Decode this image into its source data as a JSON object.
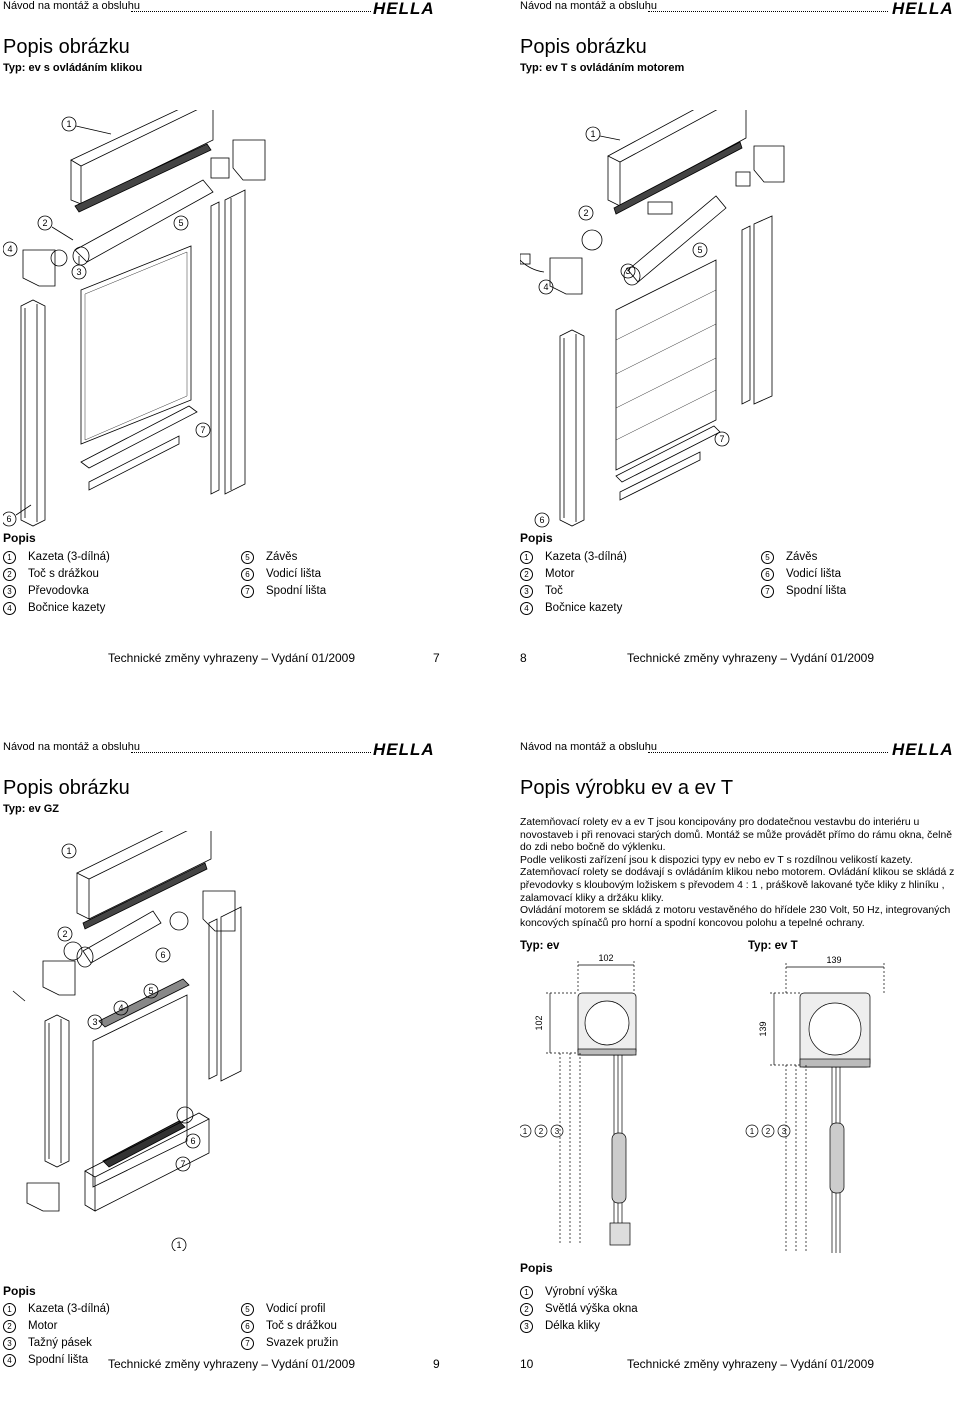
{
  "header": {
    "title": "Návod na montáž a obsluhu",
    "logo": "HELLA"
  },
  "pages": {
    "p7": {
      "title": "Popis obrázku",
      "subtitle": "Typ: ev s ovládáním klikou",
      "callouts": [
        "1",
        "2",
        "3",
        "4",
        "5",
        "6",
        "7"
      ],
      "legend_heading": "Popis",
      "legend_left": [
        {
          "n": "1",
          "t": "Kazeta (3-dílná)"
        },
        {
          "n": "2",
          "t": "Toč s drážkou"
        },
        {
          "n": "3",
          "t": "Převodovka"
        },
        {
          "n": "4",
          "t": "Bočnice kazety"
        }
      ],
      "legend_right": [
        {
          "n": "5",
          "t": "Závěs"
        },
        {
          "n": "6",
          "t": "Vodicí lišta"
        },
        {
          "n": "7",
          "t": "Spodní lišta"
        }
      ],
      "footer": "Technické změny vyhrazeny – Vydání 01/2009",
      "page_number": "7"
    },
    "p8": {
      "title": "Popis obrázku",
      "subtitle": "Typ: ev T s ovládáním motorem",
      "callouts": [
        "1",
        "2",
        "3",
        "4",
        "5",
        "6",
        "7"
      ],
      "legend_heading": "Popis",
      "legend_left": [
        {
          "n": "1",
          "t": "Kazeta (3-dílná)"
        },
        {
          "n": "2",
          "t": "Motor"
        },
        {
          "n": "3",
          "t": "Toč"
        },
        {
          "n": "4",
          "t": "Bočnice kazety"
        }
      ],
      "legend_right": [
        {
          "n": "5",
          "t": "Závěs"
        },
        {
          "n": "6",
          "t": "Vodicí lišta"
        },
        {
          "n": "7",
          "t": "Spodní lišta"
        }
      ],
      "footer": "Technické změny vyhrazeny – Vydání 01/2009",
      "page_number": "8"
    },
    "p9": {
      "title": "Popis obrázku",
      "subtitle": "Typ: ev GZ",
      "callouts": [
        "1",
        "2",
        "6",
        "5",
        "4",
        "3",
        "6",
        "7",
        "1"
      ],
      "legend_heading": "Popis",
      "legend_left": [
        {
          "n": "1",
          "t": "Kazeta (3-dílná)"
        },
        {
          "n": "2",
          "t": "Motor"
        },
        {
          "n": "3",
          "t": "Tažný pásek"
        },
        {
          "n": "4",
          "t": "Spodní lišta"
        }
      ],
      "legend_right": [
        {
          "n": "5",
          "t": "Vodicí profil"
        },
        {
          "n": "6",
          "t": "Toč s drážkou"
        },
        {
          "n": "7",
          "t": "Svazek pružin"
        }
      ],
      "footer": "Technické změny vyhrazeny – Vydání 01/2009",
      "page_number": "9"
    },
    "p10": {
      "title": "Popis výrobku ev a ev T",
      "paragraphs": [
        "Zatemňovací rolety ev a ev T jsou koncipovány pro dodatečnou vestavbu do interiéru u novostaveb i při renovaci starých domů.  Montáž se může provádět přímo do rámu okna, čelně do zdi nebo bočně do výklenku.",
        "Podle velikosti zařízení jsou k dispozici typy ev nebo ev T s rozdílnou velikostí kazety.",
        "Zatemňovací rolety se dodávají s ovládáním klikou nebo motorem. Ovládání klikou se skládá z převodovky s  kloubovým ložiskem s převodem 4 : 1 , práškově lakované tyče kliky z hliníku , zalamovací kliky a držáku kliky.",
        "Ovládání motorem se skládá z motoru vestavěného do hřídele 230 Volt, 50 Hz, integrovaných koncových spínačů pro horní a spodní koncovou polohu a tepelné ochrany."
      ],
      "type_left": {
        "label": "Typ: ev",
        "width": "102",
        "height": "102"
      },
      "type_right": {
        "label": "Typ: ev T",
        "width": "139",
        "height": "139"
      },
      "dim_callouts": [
        "1",
        "2",
        "3"
      ],
      "legend_heading": "Popis",
      "legend": [
        {
          "n": "1",
          "t": "Výrobní výška"
        },
        {
          "n": "2",
          "t": "Světlá výška okna"
        },
        {
          "n": "3",
          "t": "Délka kliky"
        }
      ],
      "footer": "Technické změny vyhrazeny – Vydání 01/2009",
      "page_number": "10"
    }
  }
}
